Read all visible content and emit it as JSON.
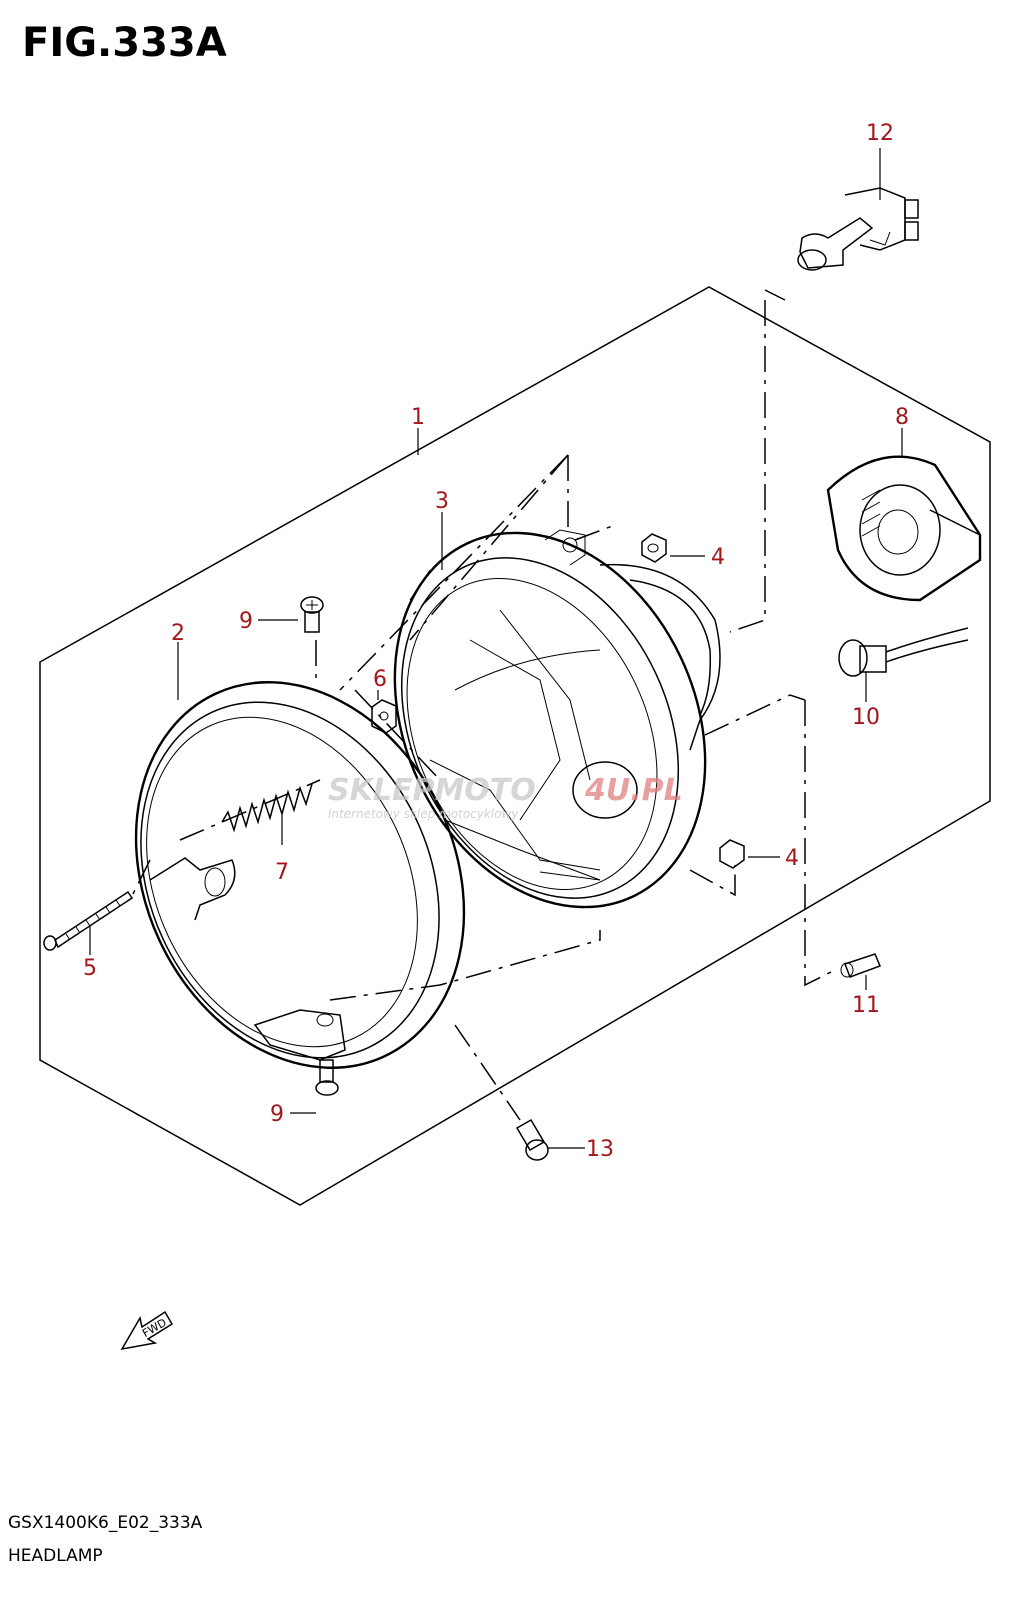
{
  "figure": {
    "title": "FIG.333A"
  },
  "footer": {
    "code": "GSX1400K6_E02_333A",
    "name": "HEADLAMP"
  },
  "fwd_label": "FWD",
  "watermark": {
    "main": "SKLEPMOTO",
    "accent": "4U.PL",
    "tagline": "internetowy sklep motocyklowy"
  },
  "callouts": {
    "c1": "1",
    "c2": "2",
    "c3": "3",
    "c4a": "4",
    "c4b": "4",
    "c5": "5",
    "c6": "6",
    "c7": "7",
    "c8": "8",
    "c9a": "9",
    "c9b": "9",
    "c10": "10",
    "c11": "11",
    "c12": "12",
    "c13": "13"
  },
  "colors": {
    "callout": "#a3161b",
    "line": "#000000",
    "watermark": "#c9c9c9",
    "watermark_accent": "#e08080"
  }
}
